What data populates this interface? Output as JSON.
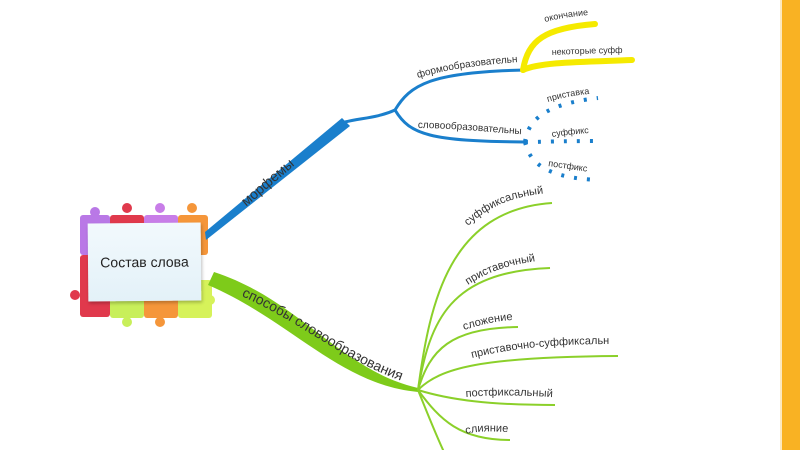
{
  "colors": {
    "accent_bar": "#f9b223",
    "morphemes_branch": "#1a7fcc",
    "formation_branch": "#7ecb1a",
    "yellow_branch": "#f5ea00",
    "puzzle": [
      "#b978e6",
      "#e0394c",
      "#c87de8",
      "#f5963a",
      "#c8ef5a",
      "#e0394c",
      "#f5963a",
      "#d6f25a"
    ]
  },
  "mindmap": {
    "center": {
      "label": "Состав слова"
    },
    "branches": [
      {
        "label": "морфемы",
        "children": [
          {
            "label": "формообразовательные",
            "children": [
              {
                "label": "окончание"
              },
              {
                "label": "некоторые суффиксы"
              }
            ]
          },
          {
            "label": "словообразовательные",
            "children": [
              {
                "label": "приставка"
              },
              {
                "label": "суффикс"
              },
              {
                "label": "постфикс"
              }
            ]
          }
        ]
      },
      {
        "label": "способы словообразования",
        "children": [
          {
            "label": "суффиксальный"
          },
          {
            "label": "приставочный"
          },
          {
            "label": "сложение"
          },
          {
            "label": "приставочно-суффиксальный"
          },
          {
            "label": "постфиксальный"
          },
          {
            "label": "слияние"
          }
        ]
      }
    ]
  }
}
